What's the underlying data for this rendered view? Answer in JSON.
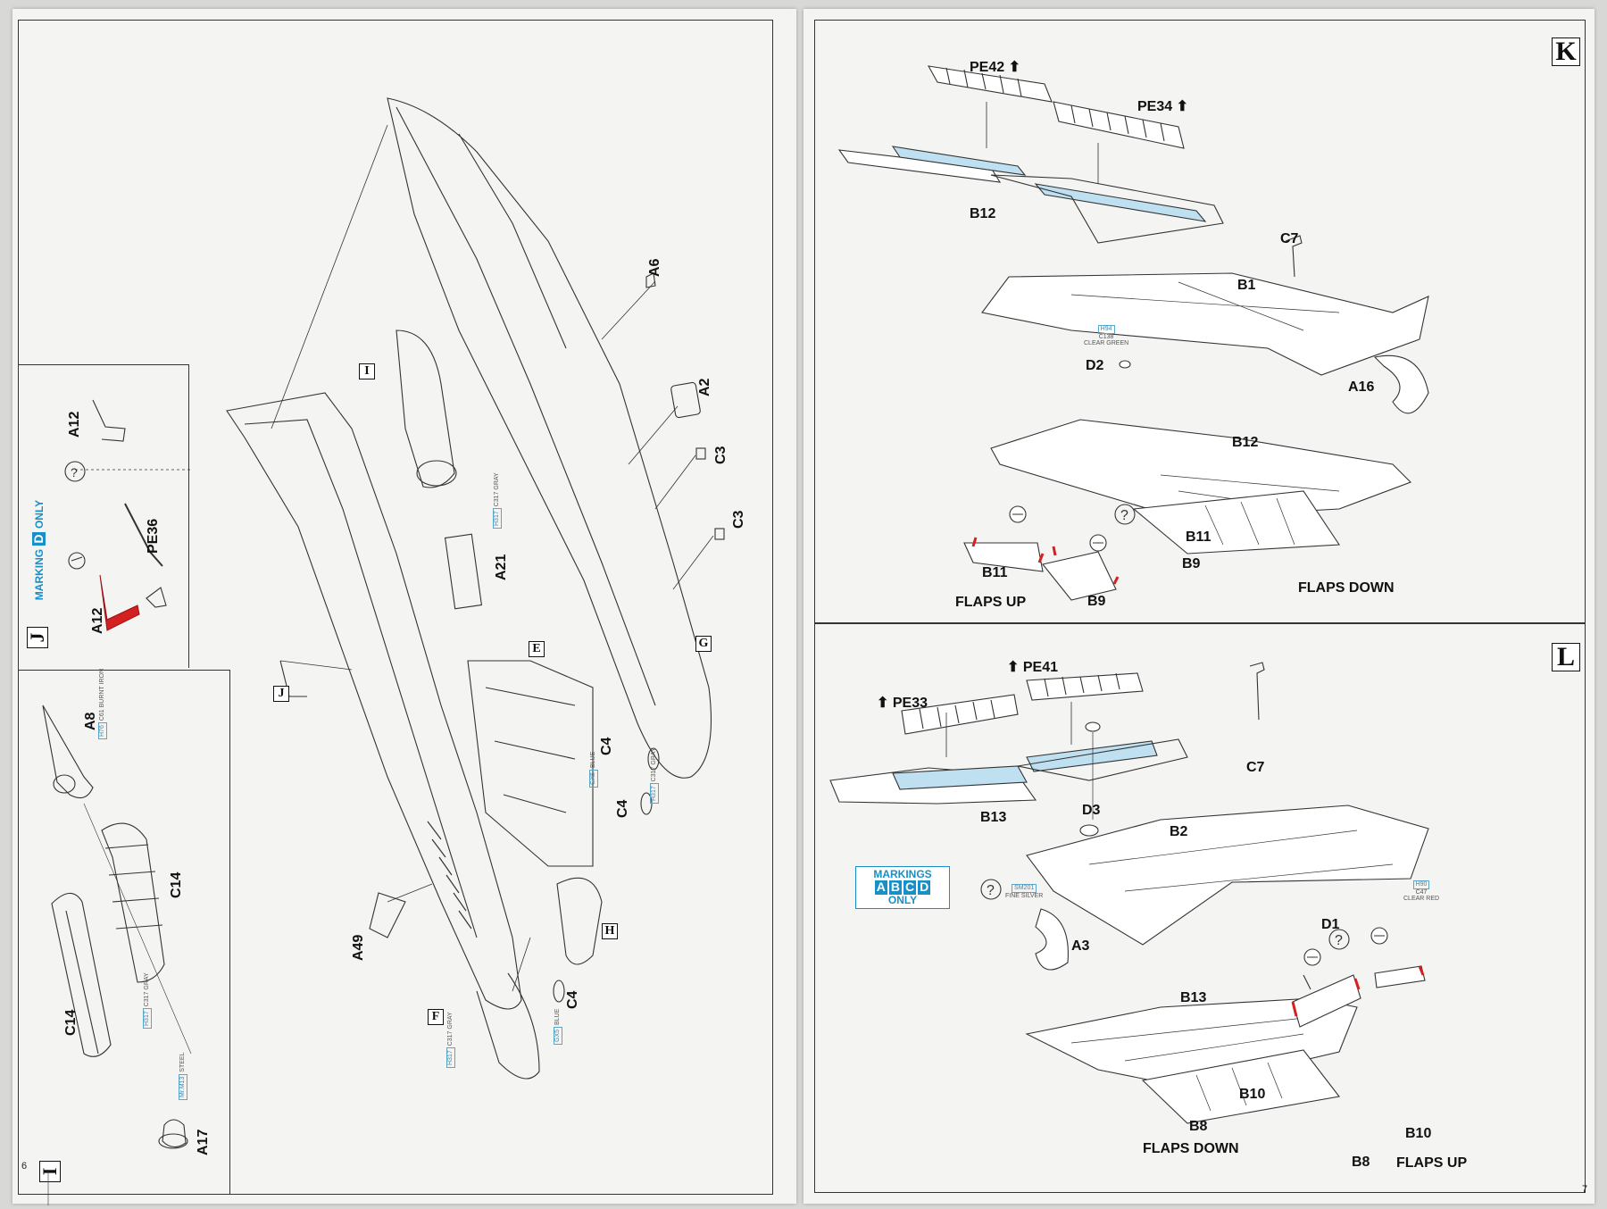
{
  "left_page": {
    "page_number": "6",
    "sections": {
      "I_main": "I",
      "J_inset": "J",
      "I_inset": "I"
    },
    "ref_boxes": [
      "I",
      "J",
      "E",
      "G",
      "H",
      "F"
    ],
    "marking_D": {
      "prefix": "MARKING",
      "letter": "D",
      "suffix": "ONLY"
    },
    "parts": {
      "A6": "A6",
      "A2": "A2",
      "C3a": "C3",
      "C3b": "C3",
      "A21": "A21",
      "C4a": "C4",
      "C4b": "C4",
      "C4c": "C4",
      "A49": "A49",
      "A12a": "A12",
      "A12b": "A12",
      "PE36": "PE36",
      "A8": "A8",
      "C14a": "C14",
      "C14b": "C14",
      "A17": "A17"
    },
    "paints": {
      "gray1": {
        "code": "H317",
        "line2": "C317",
        "line3": "GRAY"
      },
      "blue1": {
        "code": "GX5",
        "line2": "BLUE"
      },
      "gray2": {
        "code": "H317",
        "line2": "C317",
        "line3": "GRAY"
      },
      "gray3": {
        "code": "H317",
        "line2": "C317",
        "line3": "GRAY"
      },
      "blue2": {
        "code": "GX5",
        "line2": "BLUE"
      },
      "burnt": {
        "code": "H76",
        "line2": "C61",
        "line3": "BURNT IRON"
      },
      "gray4": {
        "code": "H317",
        "line2": "C317",
        "line3": "GRAY"
      },
      "steel": {
        "code": "Mr.M13",
        "line2": "STEEL"
      }
    }
  },
  "right_page": {
    "page_number": "7",
    "sections": {
      "K": "K",
      "L": "L"
    },
    "K": {
      "parts": {
        "PE42": "PE42",
        "PE34": "PE34",
        "B12a": "B12",
        "C7": "C7",
        "B1": "B1",
        "D2": "D2",
        "A16": "A16",
        "B12b": "B12",
        "B11a": "B11",
        "B11b": "B11",
        "B9a": "B9",
        "B9b": "B9"
      },
      "flaps_up": "FLAPS UP",
      "flaps_down": "FLAPS DOWN",
      "paint_green": {
        "code": "H94",
        "line2": "C138",
        "line3": "CLEAR GREEN"
      }
    },
    "L": {
      "parts": {
        "PE33": "PE33",
        "PE41": "PE41",
        "B13a": "B13",
        "C7": "C7",
        "D3": "D3",
        "B2": "B2",
        "A3": "A3",
        "D1": "D1",
        "B13b": "B13",
        "B10a": "B10",
        "B10b": "B10",
        "B8a": "B8",
        "B8b": "B8"
      },
      "flaps_down": "FLAPS DOWN",
      "flaps_up": "FLAPS UP",
      "markings": {
        "line1": "MARKINGS",
        "letters": [
          "A",
          "B",
          "C",
          "D"
        ],
        "line3": "ONLY"
      },
      "paint_silver": {
        "code": "SM201",
        "line2": "FINE SILVER"
      },
      "paint_red": {
        "code": "H90",
        "line2": "C47",
        "line3": "CLEAR RED"
      }
    }
  },
  "colors": {
    "accent_blue": "#1a8fc7",
    "pe_fill": "#bfe0f0",
    "highlight_red": "#d42020",
    "line": "#333333"
  }
}
